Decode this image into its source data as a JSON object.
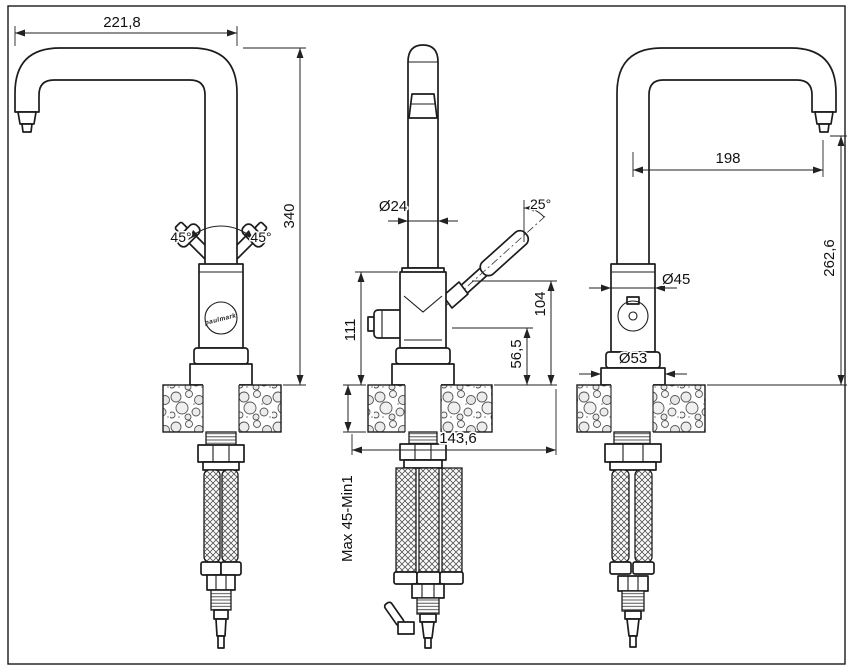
{
  "colors": {
    "line": "#1a1a1a",
    "background": "#ffffff"
  },
  "brand": "paulmark",
  "dims": {
    "left_width": "221,8",
    "left_height": "340",
    "left_angle_l": "45°",
    "left_angle_r": "45°",
    "front_spout_d": "Ø24",
    "front_handle_angle": "25°",
    "front_body_h": "111",
    "front_handle_h": "104",
    "front_outlet_h": "56,5",
    "front_depth": "143,6",
    "front_mount": "Max 45-Min1",
    "right_reach": "198",
    "right_height": "262,6",
    "right_body_d": "Ø45",
    "right_base_d": "Ø53"
  }
}
